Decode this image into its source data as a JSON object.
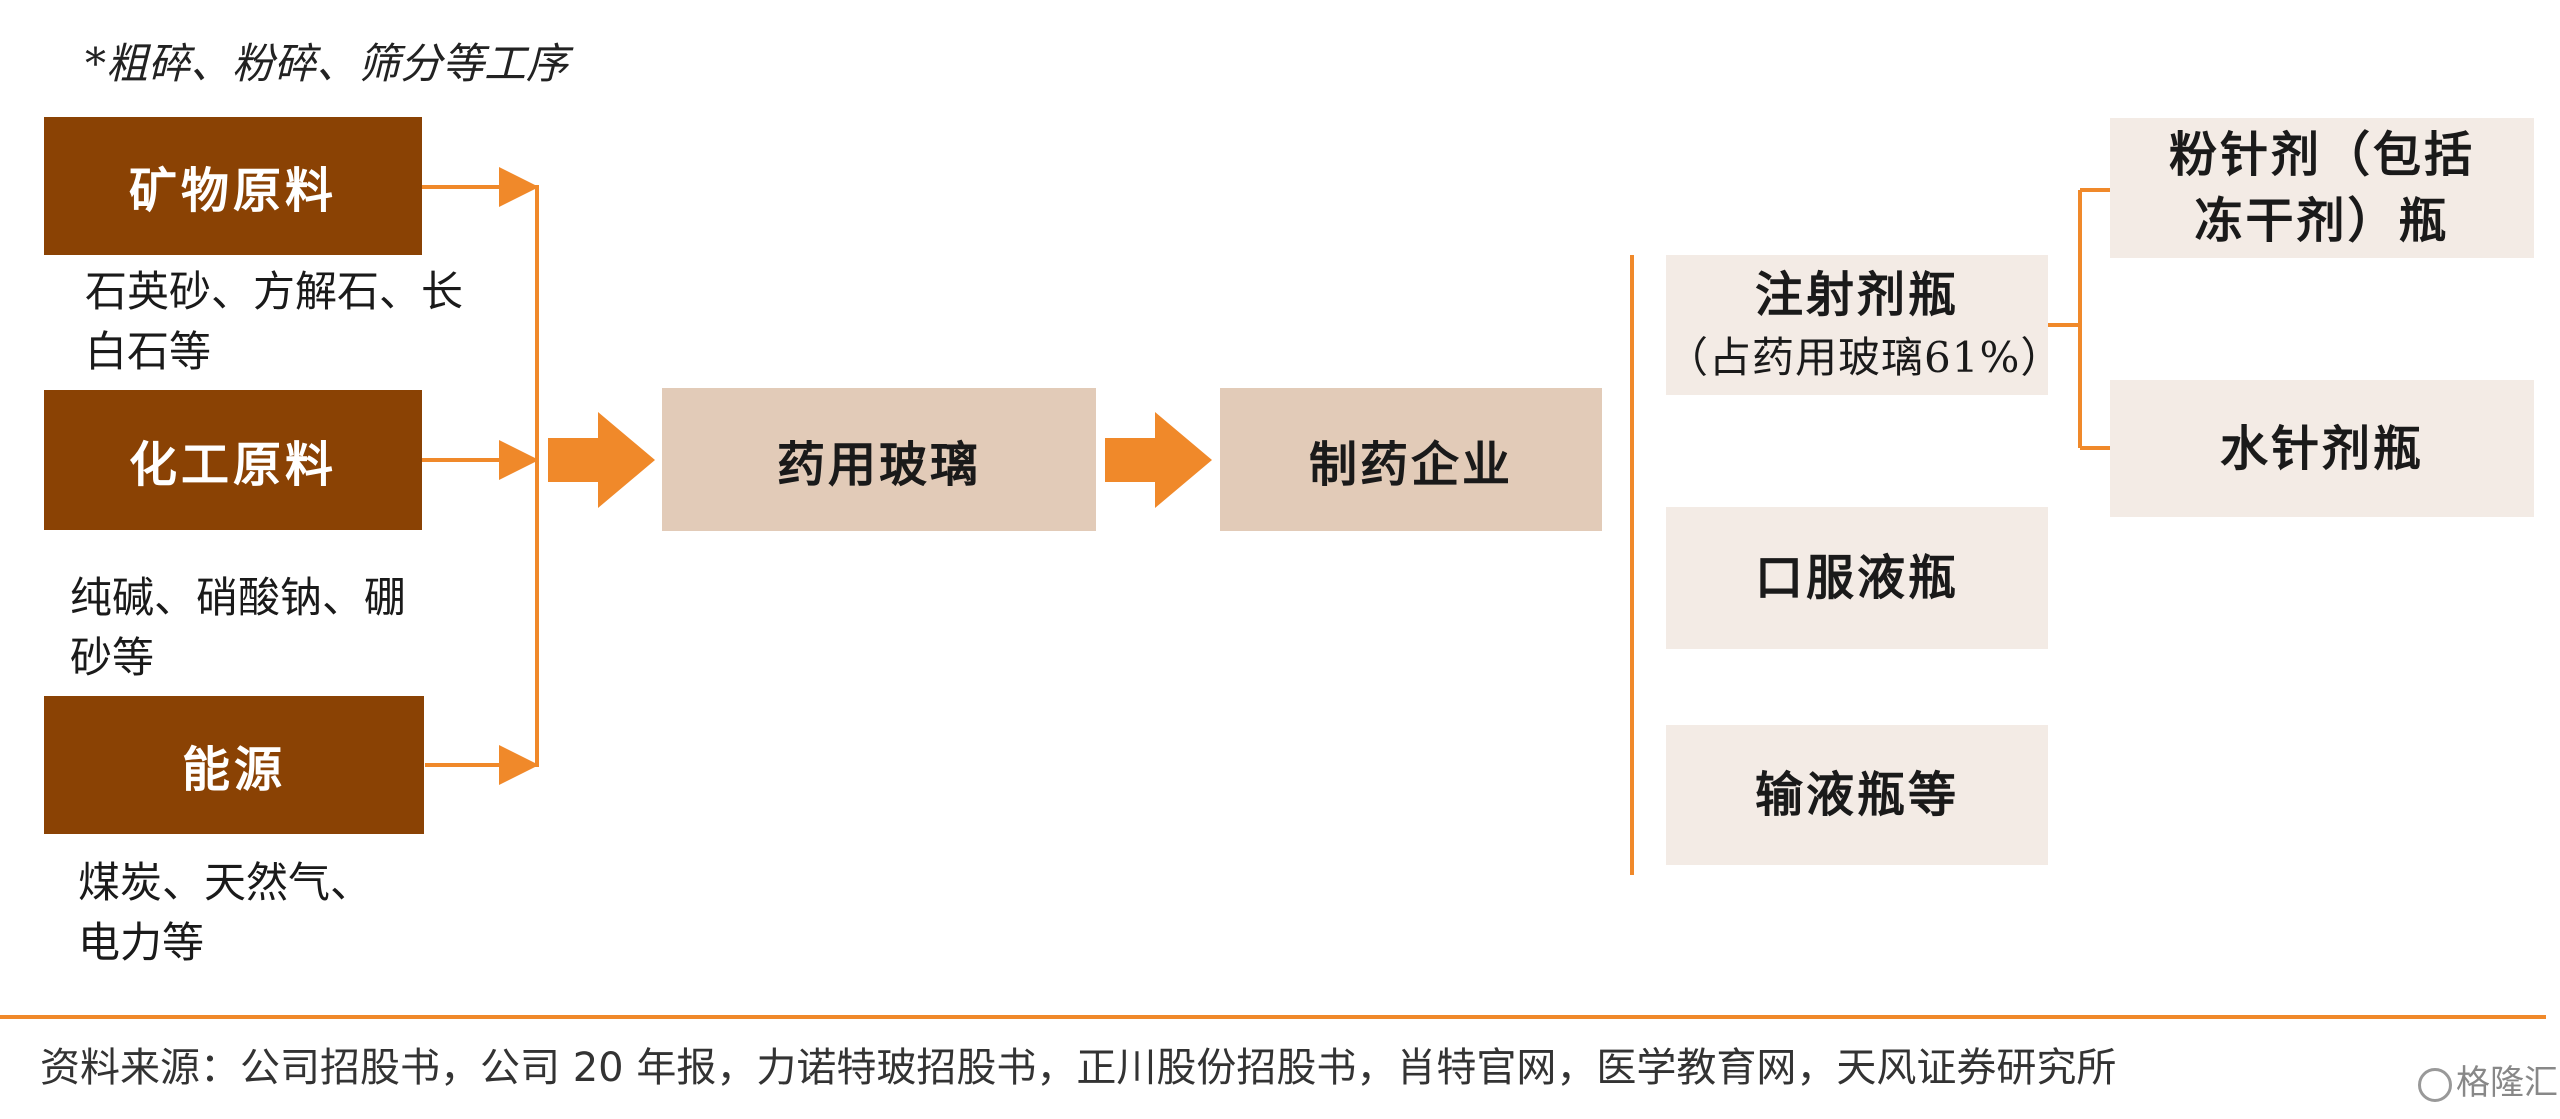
{
  "note": "*粗碎、粉碎、筛分等工序",
  "raw_materials": [
    {
      "label": "矿物原料",
      "desc": [
        "石英砂、方解石、长",
        "白石等"
      ]
    },
    {
      "label": "化工原料",
      "desc": [
        "纯碱、硝酸钠、硼",
        "砂等"
      ]
    },
    {
      "label": "能源",
      "desc": [
        "煤炭、天然气、",
        "电力等"
      ]
    }
  ],
  "flow": {
    "glass": "药用玻璃",
    "pharma": "制药企业"
  },
  "products": {
    "injection": {
      "label": "注射剂瓶",
      "sub": "（占药用玻璃61%）"
    },
    "oral": "口服液瓶",
    "infusion": "输液瓶等"
  },
  "injection_types": {
    "powder": [
      "粉针剂（包括",
      "冻干剂）瓶"
    ],
    "water": "水针剂瓶"
  },
  "source": "资料来源：公司招股书，公司 20 年报，力诺特玻招股书，正川股份招股书，肖特官网，医学教育网，天风证券研究所",
  "watermark": "格隆汇",
  "colors": {
    "raw_box": "#8a4204",
    "flow_box": "#e2cbb8",
    "product_box": "#f3ebe5",
    "connector": "#f0892a",
    "arrow": "#f0892a"
  }
}
